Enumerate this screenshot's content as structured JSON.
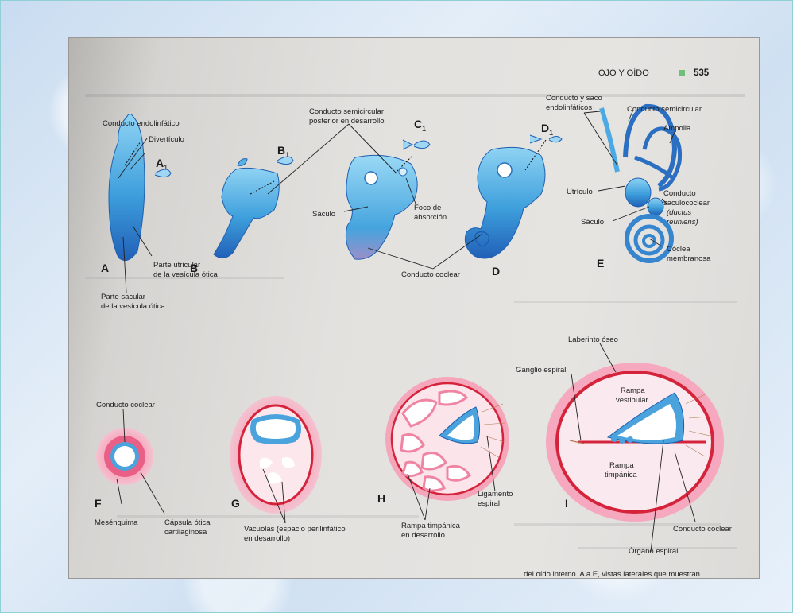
{
  "header": {
    "title": "OJO Y OÍDO",
    "page_number": "535"
  },
  "panel_letters": {
    "A": "A",
    "B": "B",
    "D": "D",
    "E": "E",
    "F": "F",
    "G": "G",
    "H": "H",
    "I": "I"
  },
  "section_markers": {
    "A1": "A",
    "B1": "B",
    "C1": "C",
    "D1": "D",
    "sub": "1"
  },
  "labels": {
    "conducto_endolinfatico": "Conducto endolinfático",
    "diverticulo": "Divertículo",
    "parte_utricular_1": "Parte utricular",
    "parte_utricular_2": "de la vesícula ótica",
    "parte_sacular_1": "Parte sacular",
    "parte_sacular_2": "de la vesícula ótica",
    "conducto_semicircular_post_1": "Conducto semicircular",
    "conducto_semicircular_post_2": "posterior en desarrollo",
    "foco_1": "Foco de",
    "foco_2": "absorción",
    "saculo_c": "Sáculo",
    "conducto_coclear_top": "Conducto coclear",
    "conducto_y_saco_1": "Conducto y saco",
    "conducto_y_saco_2": "endolinfáticos",
    "conducto_semicircular": "Conducto semicircular",
    "ampolla": "Ampolla",
    "utriculo": "Utrículo",
    "conducto_saculo_1": "Conducto",
    "conducto_saculo_2": "saculococlear",
    "ductus_1": "(ductus",
    "ductus_2": "reuniens)",
    "saculo_e": "Sáculo",
    "coclea_1": "Cóclea",
    "coclea_2": "membranosa",
    "conducto_coclear_f": "Conducto coclear",
    "mesenquima": "Mesénquima",
    "capsula_1": "Cápsula ótica",
    "capsula_2": "cartilaginosa",
    "vacuolas_1": "Vacuolas (espacio perilinfático",
    "vacuolas_2": "en desarrollo)",
    "rampa_timp_h_1": "Rampa timpánica",
    "rampa_timp_h_2": "en desarrollo",
    "ligamento_1": "Ligamento",
    "ligamento_2": "espiral",
    "laberinto_oseo": "Laberinto óseo",
    "ganglio_espiral": "Ganglio espiral",
    "rampa_vest_1": "Rampa",
    "rampa_vest_2": "vestibular",
    "rampa_timp_i_1": "Rampa",
    "rampa_timp_i_2": "timpánica",
    "conducto_coclear_i": "Conducto coclear",
    "organo_espiral": "Órgano espiral"
  },
  "caption_fragment": "… del oído interno. A a E, vistas laterales que muestran",
  "colors": {
    "blue": "#3a9ad8",
    "pink": "#ee6d8c",
    "red": "#d4233a"
  }
}
